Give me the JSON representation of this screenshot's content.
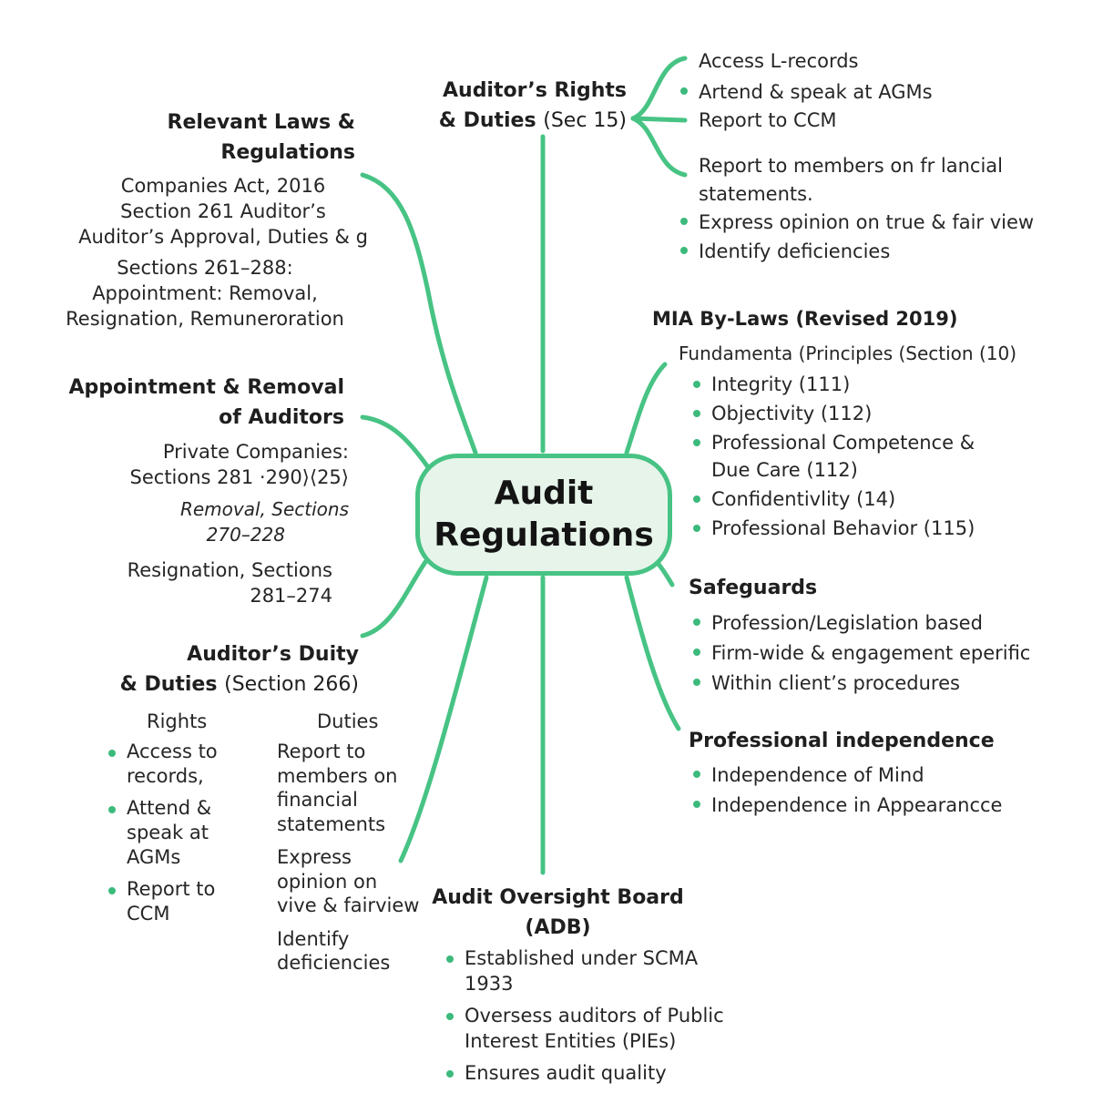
{
  "center": {
    "line1": "Audit",
    "line2": "Regulations"
  },
  "rights_sec15": {
    "title_bold_1": "Auditor’s Rights",
    "title_bold_2": "& Duties",
    "title_normal": "(Sec 15)",
    "items": [
      "Access L-records",
      "Artend & speak at AGMs",
      "Report to CCM",
      "Report to members on fr lancial statements."
    ],
    "bullets": [
      "Express opinion on true & fair view",
      "Identify deficiencies"
    ]
  },
  "laws": {
    "title_1": "Relevant Laws &",
    "title_2": "Regulations",
    "lines": [
      "Companies Act, 2016",
      "Section 261  Auditor’s",
      "Auditor’s Approval, Duties & g",
      "Sections 261–288:",
      "Appointment: Removal,",
      "Resignation, Remuneroration"
    ]
  },
  "appointment": {
    "title_1": "Appointment & Removal",
    "title_2": "of Auditors",
    "private_1": "Private Companies:",
    "private_2": "Sections 281  ·290⟩⟨25⟩",
    "removal_1": "Removal, Sections",
    "removal_2": "270–228",
    "resignation_1": "Resignation, Sections",
    "resignation_2": "281–274"
  },
  "duty266": {
    "title_bold_1": "Auditor’s Duity",
    "title_bold_2": "& Duties",
    "title_normal": "(Section 266)",
    "rights_header": "Rights",
    "duties_header": "Duties",
    "rights_items": [
      "Access to records,",
      "Attend & speak at AGMs",
      "Report to CCM"
    ],
    "duties_items": [
      "Report to members on financial statements",
      "Express opinion on vive & fairview",
      "Identify deficiencies"
    ]
  },
  "mia": {
    "title": "MIA By-Laws (Revised 2019)",
    "subtitle": "Fundamenta (Principles (Section (10)",
    "items": [
      "Integrity (111)",
      "Objectivity (112)",
      "Professional Competence & Due Care (112)",
      "Confidentivlity (14)",
      "Professional Behavior (115)"
    ]
  },
  "safeguards": {
    "title": "Safeguards",
    "items": [
      "Profession/Legislation based",
      "Firm-wide & engagement eperific",
      "Within client’s procedures"
    ]
  },
  "independence": {
    "title": "Professional independence",
    "items": [
      "Independence of Mind",
      "Independence in Appearancce"
    ]
  },
  "aob": {
    "title_1": "Audit Oversight Board",
    "title_2": "(ADB)",
    "items": [
      "Established under SCMA 1933",
      "Oversess auditors of Public Interest Entities (PIEs)",
      "Ensures audit quality"
    ]
  },
  "colors": {
    "accent": "#3cba7c",
    "node_fill": "#e6f4ea",
    "node_border": "#47c384"
  }
}
